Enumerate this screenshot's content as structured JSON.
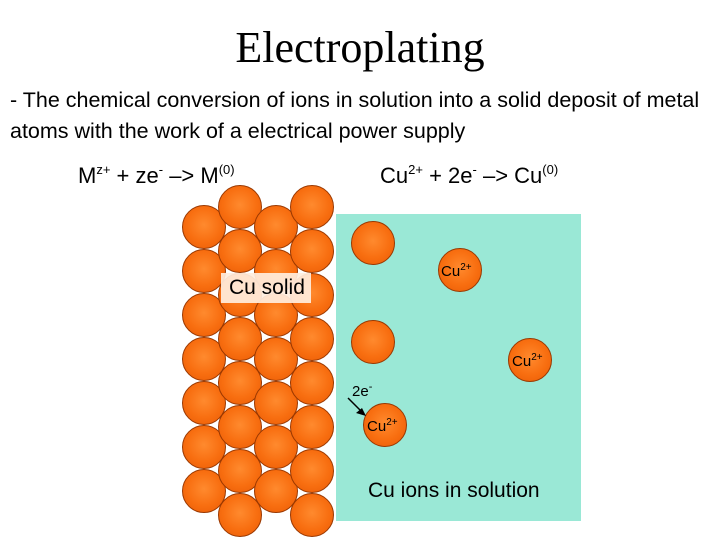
{
  "title": "Electroplating",
  "description": "- The chemical conversion of ions in solution into a solid deposit of metal atoms with the work of a electrical power supply",
  "equations": {
    "general": {
      "m": "M",
      "z_plus": "z+",
      "mid": " + ze",
      "e_minus": "-",
      "arrow": " –> M",
      "zero": "(0)"
    },
    "copper": {
      "cu": "Cu",
      "two_plus": "2+",
      "mid": " + 2e",
      "e_minus": "-",
      "arrow": " –> Cu",
      "zero": "(0)"
    }
  },
  "diagram": {
    "solid_label": "Cu solid",
    "solution_label": "Cu ions in solution",
    "electron": {
      "text": "2e",
      "sup": "-"
    },
    "ion": {
      "base": "Cu",
      "charge": "2+"
    },
    "colors": {
      "atom": "#f86e10",
      "atom_outline": "#9a3800",
      "solution": "#9ae8d6"
    }
  }
}
